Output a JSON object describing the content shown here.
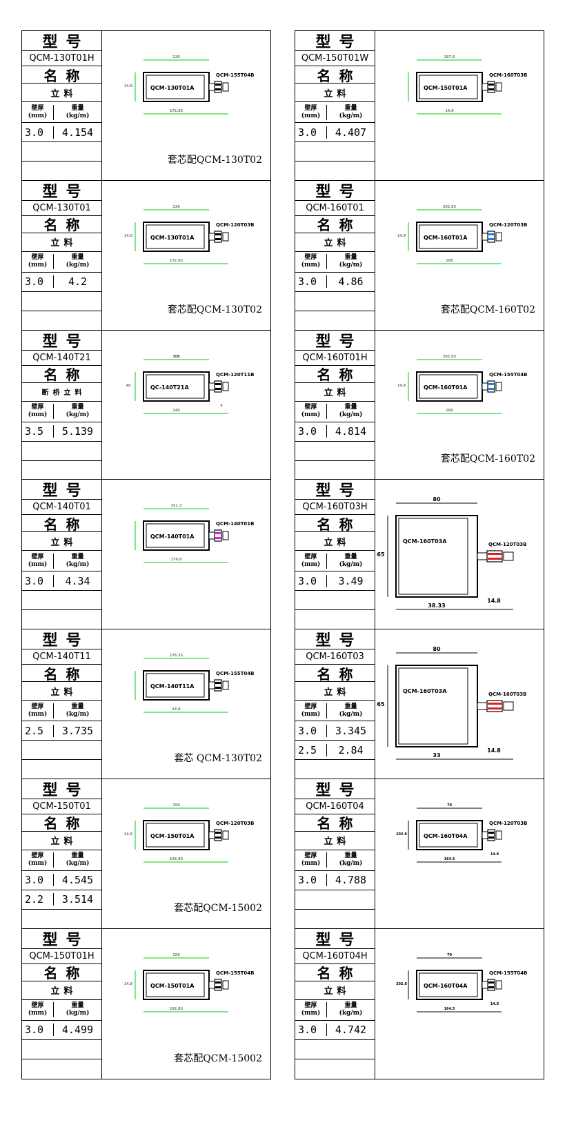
{
  "labels": {
    "model_heading": "型号",
    "name_heading": "名称",
    "wall_thickness": "壁厚",
    "wall_unit": "(mm)",
    "weight": "重量",
    "weight_unit": "(kg/m)"
  },
  "columns": [
    {
      "entries": [
        {
          "model": "QCM-130T01H",
          "name": "立料",
          "rows": [
            {
              "thickness": "3.0",
              "weight": "4.154"
            }
          ],
          "drawing": {
            "main_part": "QCM-130T01A",
            "insert_part": "QCM-155T04B",
            "dims": [
              "130",
              "172.83",
              "14.8"
            ],
            "accent": "#000000"
          },
          "caption": "套芯配QCM-130T02"
        },
        {
          "model": "QCM-130T01",
          "name": "立料",
          "rows": [
            {
              "thickness": "3.0",
              "weight": "4.2"
            }
          ],
          "drawing": {
            "main_part": "QCM-130T01A",
            "insert_part": "QCM-120T03B",
            "dims": [
              "130",
              "172.83",
              "14.8"
            ],
            "accent": "#000000"
          },
          "caption": "套芯配QCM-130T02"
        },
        {
          "model": "QCM-140T21",
          "name": "断桥立料",
          "rows": [
            {
              "thickness": "3.5",
              "weight": "5.139"
            }
          ],
          "drawing": {
            "main_part": "QC-140T21A",
            "insert_part": "QCM-120T11B",
            "dims": [
              "180",
              "140",
              "40",
              "4",
              "3.5"
            ],
            "accent": "#000000"
          },
          "caption": ""
        },
        {
          "model": "QCM-140T01",
          "name": "立料",
          "rows": [
            {
              "thickness": "3.0",
              "weight": "4.34"
            }
          ],
          "drawing": {
            "main_part": "QCM-140T01A",
            "insert_part": "QCM-140T01B",
            "dims": [
              "151.3",
              "170.8"
            ],
            "accent": "#e020e0"
          },
          "caption": ""
        },
        {
          "model": "QCM-140T11",
          "name": "立料",
          "rows": [
            {
              "thickness": "2.5",
              "weight": "3.735"
            }
          ],
          "drawing": {
            "main_part": "QCM-140T11A",
            "insert_part": "QCM-155T04B",
            "dims": [
              "176.33",
              "14.8"
            ],
            "accent": "#000000"
          },
          "caption": "套芯 QCM-130T02"
        },
        {
          "model": "QCM-150T01",
          "name": "立料",
          "rows": [
            {
              "thickness": "3.0",
              "weight": "4.545"
            },
            {
              "thickness": "2.2",
              "weight": "3.514"
            }
          ],
          "drawing": {
            "main_part": "QCM-150T01A",
            "insert_part": "QCM-120T03B",
            "dims": [
              "150",
              "192.83",
              "14.8"
            ],
            "accent": "#000000"
          },
          "caption": "套芯配QCM-15002"
        },
        {
          "model": "QCM-150T01H",
          "name": "立料",
          "rows": [
            {
              "thickness": "3.0",
              "weight": "4.499"
            }
          ],
          "drawing": {
            "main_part": "QCM-150T01A",
            "insert_part": "QCM-155T04B",
            "dims": [
              "150",
              "192.83",
              "14.8"
            ],
            "accent": "#000000"
          },
          "caption": "套芯配QCM-15002"
        }
      ]
    },
    {
      "entries": [
        {
          "model": "QCM-150T01W",
          "name": "立料",
          "rows": [
            {
              "thickness": "3.0",
              "weight": "4.407"
            }
          ],
          "drawing": {
            "main_part": "QCM-150T01A",
            "insert_part": "QCM-160T03B",
            "dims": [
              "187.8",
              "14.8"
            ],
            "accent": "#000000"
          },
          "caption": ""
        },
        {
          "model": "QCM-160T01",
          "name": "立料",
          "rows": [
            {
              "thickness": "3.0",
              "weight": "4.86"
            }
          ],
          "drawing": {
            "main_part": "QCM-160T01A",
            "insert_part": "QCM-120T03B",
            "dims": [
              "202.83",
              "160",
              "14.8"
            ],
            "accent": "#2080e0"
          },
          "caption": "套芯配QCM-160T02"
        },
        {
          "model": "QCM-160T01H",
          "name": "立料",
          "rows": [
            {
              "thickness": "3.0",
              "weight": "4.814"
            }
          ],
          "drawing": {
            "main_part": "QCM-160T01A",
            "insert_part": "QCM-155T04B",
            "dims": [
              "202.83",
              "160",
              "14.8"
            ],
            "accent": "#2080e0"
          },
          "caption": "套芯配QCM-160T02"
        },
        {
          "model": "QCM-160T03H",
          "name": "立料",
          "rows": [
            {
              "thickness": "3.0",
              "weight": "3.49"
            }
          ],
          "drawing": {
            "main_part": "QCM-160T03A",
            "insert_part": "QCM-120T03B",
            "dims": [
              "80",
              "38.33",
              "65",
              "14.8"
            ],
            "accent": "#e02020"
          },
          "caption": ""
        },
        {
          "model": "QCM-160T03",
          "name": "立料",
          "rows": [
            {
              "thickness": "3.0",
              "weight": "3.345"
            },
            {
              "thickness": "2.5",
              "weight": "2.84"
            }
          ],
          "drawing": {
            "main_part": "QCM-160T03A",
            "insert_part": "QCM-160T03B",
            "dims": [
              "80",
              "33",
              "65",
              "14.8"
            ],
            "accent": "#e02020"
          },
          "caption": ""
        },
        {
          "model": "QCM-160T04",
          "name": "立料",
          "rows": [
            {
              "thickness": "3.0",
              "weight": "4.788"
            }
          ],
          "drawing": {
            "main_part": "QCM-160T04A",
            "insert_part": "QCM-120T03B",
            "dims": [
              "70",
              "164.5",
              "202.8",
              "14.8"
            ],
            "accent": "#000000"
          },
          "caption": ""
        },
        {
          "model": "QCM-160T04H",
          "name": "立料",
          "rows": [
            {
              "thickness": "3.0",
              "weight": "4.742"
            }
          ],
          "drawing": {
            "main_part": "QCM-160T04A",
            "insert_part": "QCM-155T04B",
            "dims": [
              "70",
              "164.5",
              "202.8",
              "14.8"
            ],
            "accent": "#000000"
          },
          "caption": ""
        }
      ]
    }
  ]
}
